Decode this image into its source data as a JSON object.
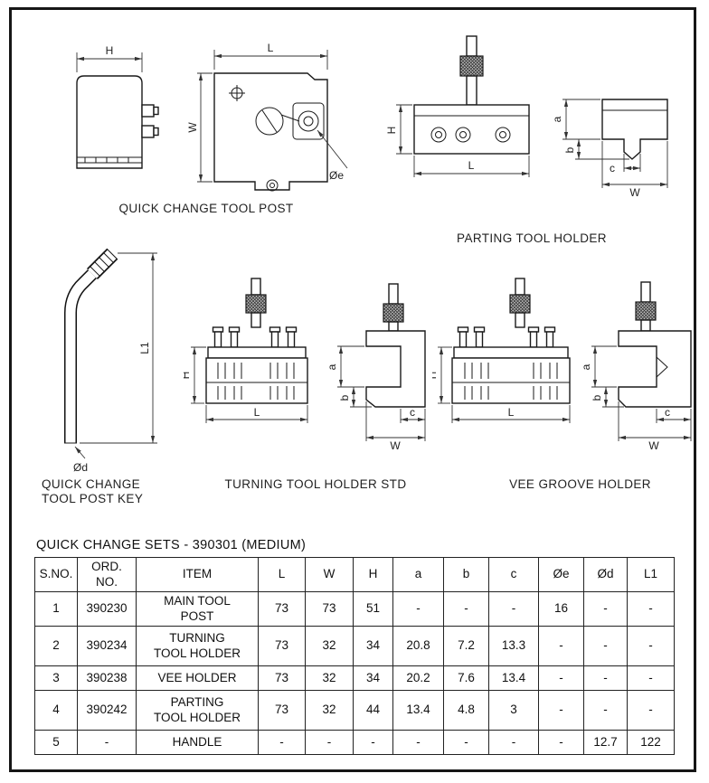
{
  "dims": {
    "H": "H",
    "L": "L",
    "W": "W",
    "a": "a",
    "b": "b",
    "c": "c",
    "L1": "L1",
    "phi_d": "Ød",
    "phi_e": "Øe"
  },
  "captions": {
    "tool_post": "QUICK CHANGE TOOL POST",
    "parting": "PARTING TOOL HOLDER",
    "key_line1": "QUICK CHANGE",
    "key_line2": "TOOL POST KEY",
    "turning": "TURNING TOOL HOLDER STD",
    "vee": "VEE GROOVE HOLDER"
  },
  "table": {
    "title": "QUICK CHANGE SETS - 390301 (MEDIUM)",
    "headers": {
      "sno": "S.NO.",
      "ord1": "ORD.",
      "ord2": "NO.",
      "item": "ITEM",
      "l": "L",
      "w": "W",
      "h": "H",
      "a": "a",
      "b": "b",
      "c": "c",
      "phi_e": "Øe",
      "phi_d": "Ød",
      "l1": "L1"
    },
    "rows": [
      {
        "sno": "1",
        "ord": "390230",
        "item1": "MAIN TOOL",
        "item2": "POST",
        "l": "73",
        "w": "73",
        "h": "51",
        "a": "-",
        "b": "-",
        "c": "-",
        "phie": "16",
        "phid": "-",
        "l1": "-"
      },
      {
        "sno": "2",
        "ord": "390234",
        "item1": "TURNING",
        "item2": "TOOL HOLDER",
        "l": "73",
        "w": "32",
        "h": "34",
        "a": "20.8",
        "b": "7.2",
        "c": "13.3",
        "phie": "-",
        "phid": "-",
        "l1": "-"
      },
      {
        "sno": "3",
        "ord": "390238",
        "item1": "VEE HOLDER",
        "item2": "",
        "l": "73",
        "w": "32",
        "h": "34",
        "a": "20.2",
        "b": "7.6",
        "c": "13.4",
        "phie": "-",
        "phid": "-",
        "l1": "-"
      },
      {
        "sno": "4",
        "ord": "390242",
        "item1": "PARTING",
        "item2": "TOOL HOLDER",
        "l": "73",
        "w": "32",
        "h": "44",
        "a": "13.4",
        "b": "4.8",
        "c": "3",
        "phie": "-",
        "phid": "-",
        "l1": "-"
      },
      {
        "sno": "5",
        "ord": "-",
        "item1": "HANDLE",
        "item2": "",
        "l": "-",
        "w": "-",
        "h": "-",
        "a": "-",
        "b": "-",
        "c": "-",
        "phie": "-",
        "phid": "12.7",
        "l1": "122"
      }
    ]
  }
}
